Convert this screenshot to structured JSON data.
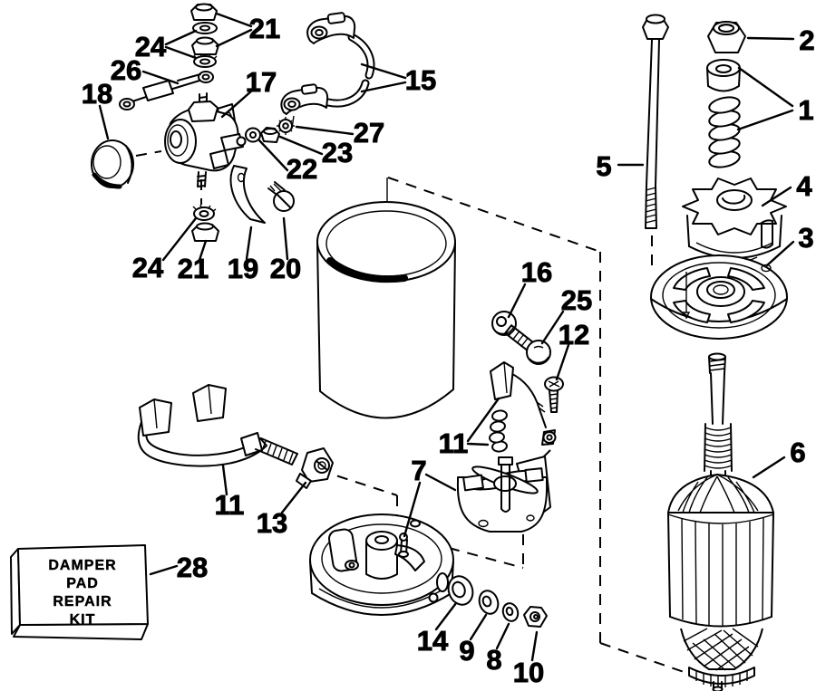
{
  "colors": {
    "ink": "#000000",
    "paper": "#ffffff"
  },
  "callouts": {
    "c24_top": "24",
    "c21_top": "21",
    "c26": "26",
    "c18": "18",
    "c17": "17",
    "c15": "15",
    "c27": "27",
    "c23": "23",
    "c22": "22",
    "c24_bot": "24",
    "c21_bot": "21",
    "c19": "19",
    "c20": "20",
    "c16": "16",
    "c25": "25",
    "c12": "12",
    "c11_mid": "11",
    "c7": "7",
    "c11_left": "11",
    "c13": "13",
    "c28": "28",
    "c14": "14",
    "c9": "9",
    "c8": "8",
    "c10": "10",
    "c5": "5",
    "c2": "2",
    "c1": "1",
    "c4": "4",
    "c3": "3",
    "c6": "6"
  },
  "kit_box": {
    "line1": "DAMPER",
    "line2": "PAD",
    "line3": "REPAIR",
    "line4": "KIT"
  }
}
